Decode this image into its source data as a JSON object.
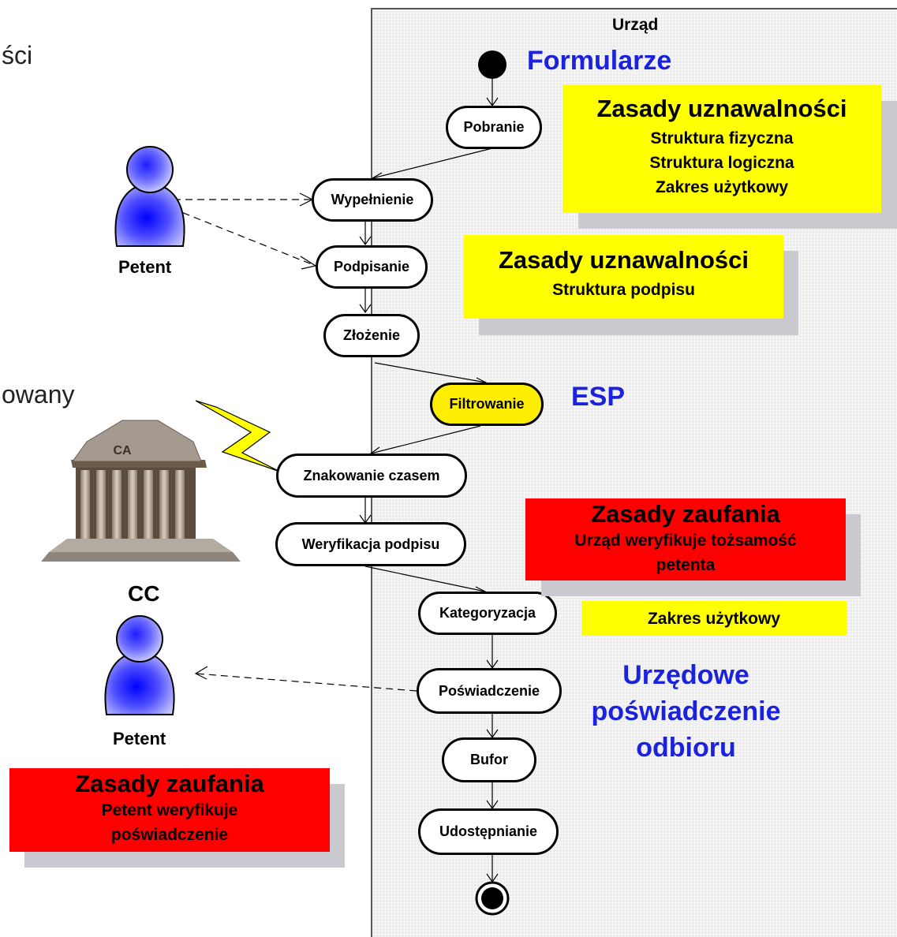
{
  "swimlane": {
    "title": "Urząd"
  },
  "partial_text": {
    "line1": "ści",
    "line2": "owany"
  },
  "activities": {
    "pobranie": "Pobranie",
    "wypelnienie": "Wypełnienie",
    "podpisanie": "Podpisanie",
    "zlozenie": "Złożenie",
    "filtrowanie": "Filtrowanie",
    "znakowanie": "Znakowanie czasem",
    "weryfikacja": "Weryfikacja podpisu",
    "kategoryzacja": "Kategoryzacja",
    "poswiadczenie": "Poświadczenie",
    "bufor": "Bufor",
    "udostepnianie": "Udostępnianie"
  },
  "labels": {
    "formularze": "Formularze",
    "esp": "ESP",
    "urzedowe_line1": "Urzędowe",
    "urzedowe_line2": "poświadczenie",
    "urzedowe_line3": "odbioru"
  },
  "notes": {
    "uznawalnosci1": {
      "title": "Zasady uznawalności",
      "line1": "Struktura fizyczna",
      "line2": "Struktura logiczna",
      "line3": "Zakres użytkowy"
    },
    "uznawalnosci2": {
      "title": "Zasady uznawalności",
      "line1": "Struktura podpisu"
    },
    "zaufania1": {
      "title": "Zasady zaufania",
      "line1": "Urząd weryfikuje tożsamość",
      "line2": "petenta"
    },
    "zakres": {
      "line1": "Zakres użytkowy"
    },
    "zaufania2": {
      "title": "Zasady zaufania",
      "line1": "Petent weryfikuje",
      "line2": "poświadczenie"
    }
  },
  "actors": {
    "petent_top": "Petent",
    "petent_bottom": "Petent",
    "cc": "CC",
    "ca_inscription": "CA"
  },
  "colors": {
    "accent_blue": "#1a22dd",
    "note_yellow": "#ffff00",
    "note_red": "#ff0000",
    "node_yellow": "#ffee00"
  }
}
